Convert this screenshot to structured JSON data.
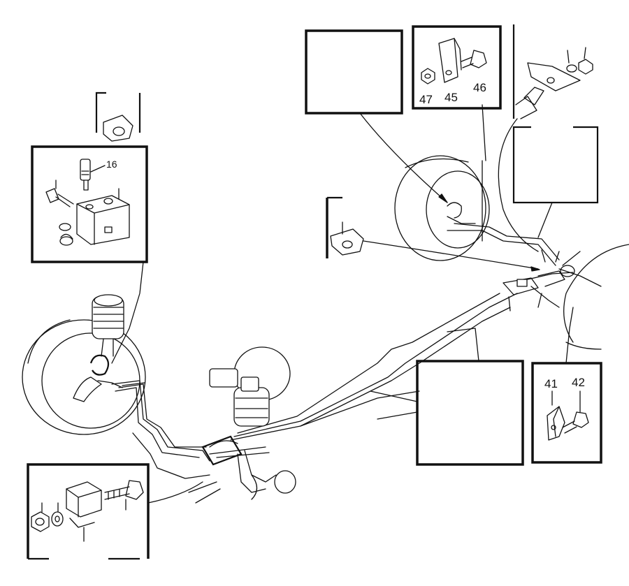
{
  "labels": {
    "part_16": "16",
    "part_47": "47",
    "part_45": "45",
    "part_46": "46",
    "part_41": "41",
    "part_42": "42"
  }
}
